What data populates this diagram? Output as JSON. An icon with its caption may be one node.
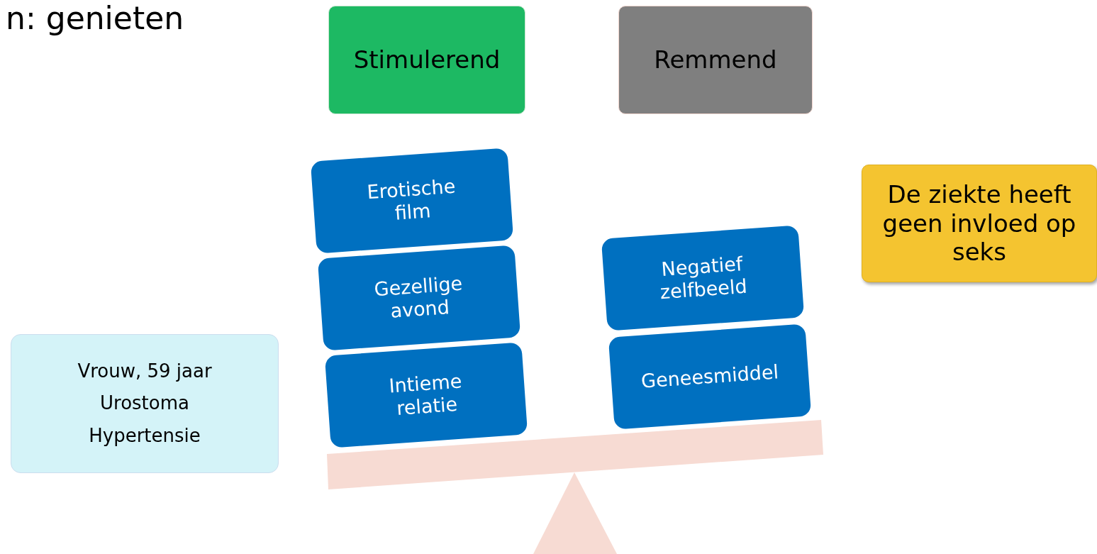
{
  "diagram": {
    "title": "n: genieten",
    "nodes": [
      {
        "text": [
          "Stimulerend"
        ]
      },
      {
        "text": [
          "Remmend"
        ]
      },
      {
        "text": [
          "Erotische film"
        ]
      },
      {
        "text": [
          "Gezellige avond"
        ]
      },
      {
        "text": [
          "Intieme relatie"
        ]
      },
      {
        "text": [
          "Negatief zelfbeeld"
        ]
      },
      {
        "text": [
          "Geneesmiddel"
        ]
      },
      {
        "text": [
          "De ziekte heeft geen invloed op seks"
        ]
      },
      {
        "text": [
          "Vrouw, 59 jaar",
          "Urostoma",
          "Hypertensie"
        ]
      }
    ]
  }
}
